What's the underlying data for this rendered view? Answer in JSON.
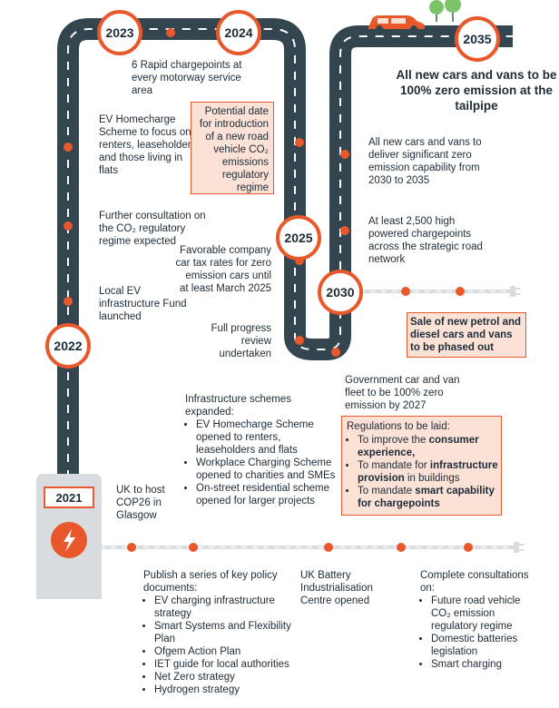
{
  "years": {
    "y2021": "2021",
    "y2022": "2022",
    "y2023": "2023",
    "y2024": "2024",
    "y2025": "2025",
    "y2030": "2030",
    "y2035": "2035"
  },
  "headline_2035": "All new cars and vans to be 100% zero emission at the tailpipe",
  "left_column": {
    "homecharge": "EV Homecharge Scheme to focus on renters, leaseholders and those living in flats",
    "consultation": "Further consultation on the CO₂ regulatory regime expected",
    "infra_fund": "Local EV infrastructure Fund launched"
  },
  "top": {
    "rapid": "6 Rapid chargepoints at every motorway service area"
  },
  "middle": {
    "potential_date": "Potential date for introduction of a new road vehicle CO₂ emissions regulatory regime",
    "company_car": "Favorable company car tax rates for zero emission cars until at least March 2025",
    "progress_review": "Full progress review undertaken"
  },
  "right": {
    "deliver": "All new cars and vans to deliver significant zero emission capability from 2030 to 2035",
    "chargepoints": "At least 2,500 high powered chargepoints across the strategic road network",
    "phase_out": "Sale of new petrol and diesel cars and vans to be phased out",
    "gov_fleet": "Government car and van fleet to be 100% zero emission by 2027"
  },
  "infra_schemes": {
    "title": "Infrastructure schemes expanded:",
    "items": [
      "EV Homecharge Scheme opened to renters, leaseholders and flats",
      "Workplace Charging Scheme opened to charities and SMEs",
      "On-street residential scheme opened for larger projects"
    ]
  },
  "regulations": {
    "title": "Regulations to be laid:",
    "items": [
      {
        "pre": "To improve the ",
        "bold": "consumer experience,",
        "post": ""
      },
      {
        "pre": "To mandate for ",
        "bold": "infrastructure provision",
        "post": " in buildings"
      },
      {
        "pre": "To mandate ",
        "bold": "smart capability for chargepoints",
        "post": ""
      }
    ]
  },
  "bottom": {
    "cop26": "UK to host COP26 in Glasgow",
    "publish_title": "Publish a series of key policy documents:",
    "publish_items": [
      "EV charging infrastructure strategy",
      "Smart Systems and Flexibility Plan",
      "Ofgem Action Plan",
      "IET guide for local authorities",
      "Net Zero strategy",
      "Hydrogen strategy"
    ],
    "battery": "UK Battery Industrialisation Centre opened",
    "complete_title": "Complete consultations on:",
    "complete_items": [
      "Future road vehicle CO₂ emission regulatory regime",
      "Domestic batteries legislation",
      "Smart charging"
    ]
  },
  "colors": {
    "road": "#33454f",
    "accent": "#e8582b",
    "peach": "#fbe1d6",
    "grey": "#d9dcdf",
    "tree": "#7cc36a"
  }
}
